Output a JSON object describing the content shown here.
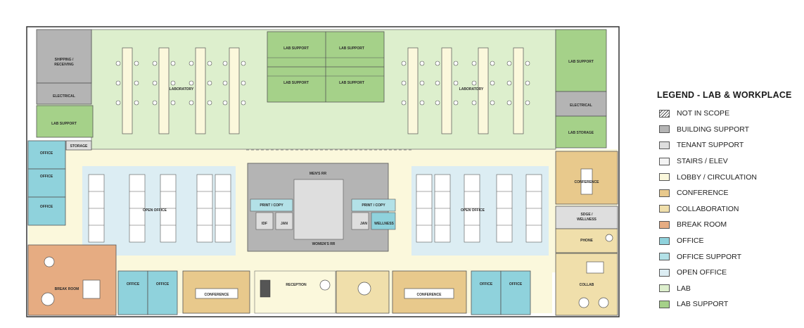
{
  "legend": {
    "title": "LEGEND - LAB & WORKPLACE",
    "items": [
      {
        "key": "not-in-scope",
        "label": "NOT IN SCOPE",
        "color": "#ffffff",
        "hatch": true
      },
      {
        "key": "building-support",
        "label": "BUILDING SUPPORT",
        "color": "#b4b4b4"
      },
      {
        "key": "tenant-support",
        "label": "TENANT SUPPORT",
        "color": "#dedede"
      },
      {
        "key": "stairs-elev",
        "label": "STAIRS / ELEV",
        "color": "#f3f3f3"
      },
      {
        "key": "lobby-circulation",
        "label": "LOBBY / CIRCULATION",
        "color": "#fbf8dc"
      },
      {
        "key": "conference",
        "label": "CONFERENCE",
        "color": "#e8c98c"
      },
      {
        "key": "collaboration",
        "label": "COLLABORATION",
        "color": "#f0dfab"
      },
      {
        "key": "break-room",
        "label": "BREAK ROOM",
        "color": "#e6ac82"
      },
      {
        "key": "office",
        "label": "OFFICE",
        "color": "#8fd2dc"
      },
      {
        "key": "office-support",
        "label": "OFFICE SUPPORT",
        "color": "#b3e1e7"
      },
      {
        "key": "open-office",
        "label": "OPEN OFFICE",
        "color": "#dcedf3"
      },
      {
        "key": "lab",
        "label": "LAB",
        "color": "#ddefcd"
      },
      {
        "key": "lab-support",
        "label": "LAB SUPPORT",
        "color": "#a5d189"
      }
    ]
  },
  "rooms": {
    "shipping": [
      "SHIPPING /",
      "RECEIVING"
    ],
    "electrical_left": "ELECTRICAL",
    "lab_support_left": "LAB SUPPORT",
    "storage": "STORAGE",
    "laboratory": "LABORATORY",
    "lab_support_center": "LAB SUPPORT",
    "lab_support_right": "LAB SUPPORT",
    "electrical_right": "ELECTRICAL",
    "lab_storage": "LAB STORAGE",
    "office": "OFFICE",
    "open_office": "OPEN OFFICE",
    "mens_rr": "MEN'S RR",
    "womens_rr": "WOMEN'S RR",
    "print_copy": "PRINT / COPY",
    "idf": "IDF",
    "jan": "JAN",
    "wellness": "WELLNESS",
    "conference": "CONFERENCE",
    "sdge": [
      "SDGE /",
      "WELLNESS"
    ],
    "phone": "PHONE",
    "break_room": "BREAK ROOM",
    "reception": "RECEPTION",
    "collab": "COLLAB"
  }
}
